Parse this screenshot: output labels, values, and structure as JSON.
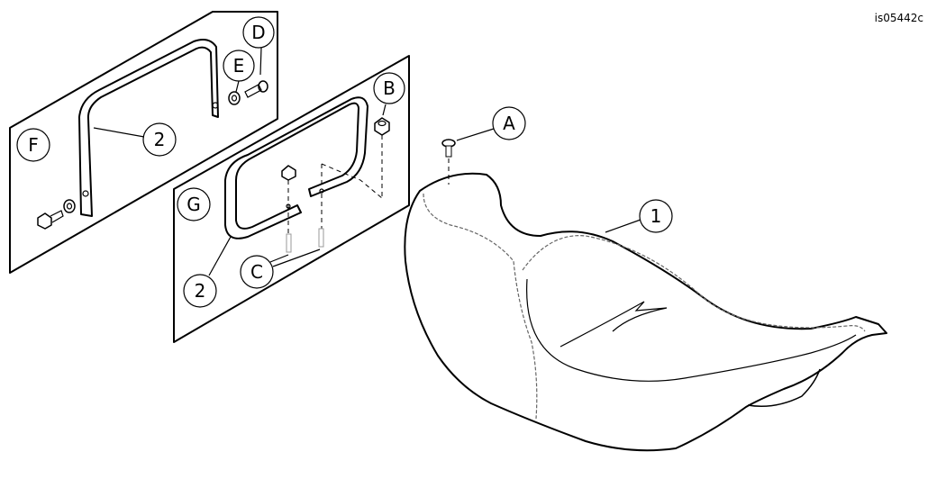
{
  "figure_id": "is05442c",
  "callouts": {
    "A": "A",
    "B": "B",
    "C": "C",
    "D": "D",
    "E": "E",
    "F": "F",
    "G": "G",
    "one": "1",
    "two_f": "2",
    "two_g": "2"
  }
}
